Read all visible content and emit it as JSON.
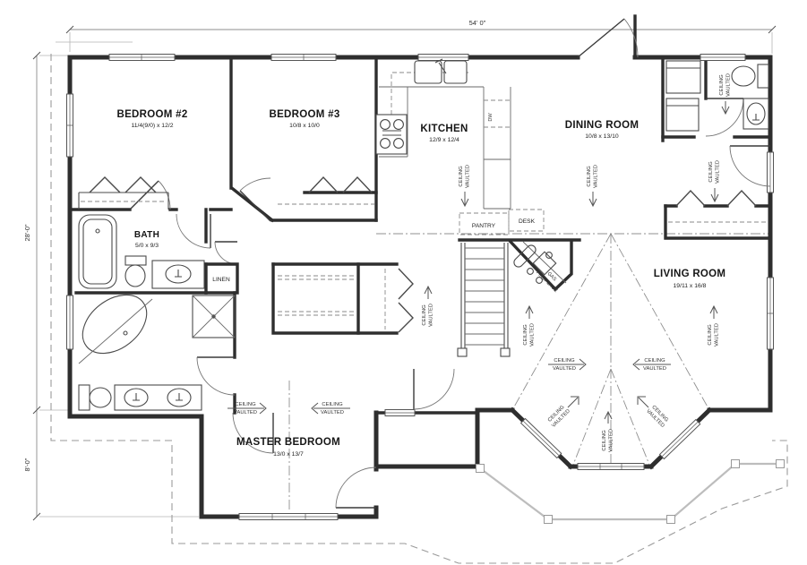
{
  "dimensions": {
    "top_width": "54' 0\"",
    "left_height_main": "28'-0\"",
    "left_height_porch": "8'-0\""
  },
  "rooms": {
    "bedroom2": {
      "name": "BEDROOM #2",
      "size": "11/4(9/0) x 12/2"
    },
    "bedroom3": {
      "name": "BEDROOM #3",
      "size": "10/8 x 10/0"
    },
    "kitchen": {
      "name": "KITCHEN",
      "size": "12/9 x 12/4"
    },
    "dining": {
      "name": "DINING ROOM",
      "size": "10/8 x 13/10"
    },
    "living": {
      "name": "LIVING ROOM",
      "size": "19/11 x 16/8"
    },
    "bath": {
      "name": "BATH",
      "size": "5/0 x 9/3"
    },
    "master": {
      "name": "MASTER BEDROOM",
      "size": "13/0 x 13/7"
    }
  },
  "labels": {
    "linen": "LINEN",
    "pantry": "PANTRY",
    "desk": "DESK",
    "dishwasher": "DW"
  },
  "fireplace": {
    "line1": "GAS",
    "line2": "FIREPLACE"
  },
  "ceiling": {
    "line1": "CEILING",
    "line2": "VAULTED"
  },
  "colors": {
    "wall": "#2e2e2e",
    "line": "#555555",
    "annotation": "#8f8f8f"
  }
}
